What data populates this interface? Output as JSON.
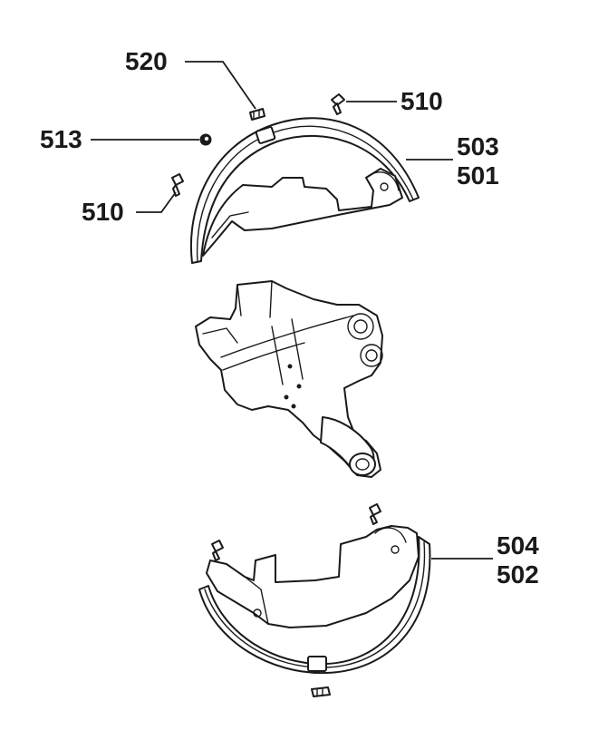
{
  "callouts": {
    "c520": "520",
    "c510_top": "510",
    "c513": "513",
    "c503": "503",
    "c501": "501",
    "c510_left": "510",
    "c504": "504",
    "c502": "502"
  },
  "colors": {
    "line": "#1a1a1a",
    "background": "#ffffff"
  }
}
